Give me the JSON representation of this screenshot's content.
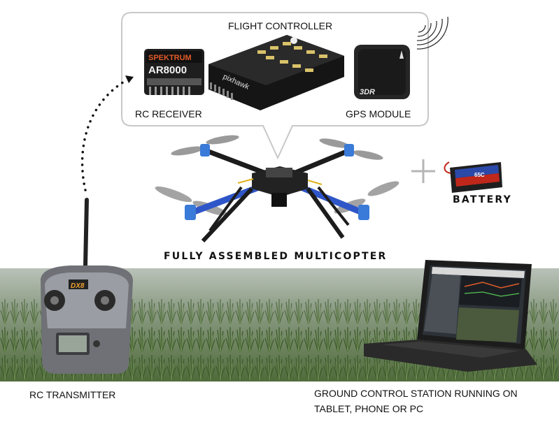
{
  "labels": {
    "flight_controller": "FLIGHT CONTROLLER",
    "rc_receiver": "RC RECEIVER",
    "gps_module": "GPS MODULE",
    "battery": "BATTERY",
    "multicopter": "FULLY ASSEMBLED MULTICOPTER",
    "rc_transmitter": "RC TRANSMITTER",
    "gcs_line1": "GROUND CONTROL STATION RUNNING ON",
    "gcs_line2": "TABLET, PHONE OR PC"
  },
  "device_markings": {
    "receiver_brand": "SPEKTRUM",
    "receiver_model": "AR8000",
    "controller_brand": "pixhawk",
    "gps_brand": "3DR",
    "transmitter_model": "DX8",
    "battery_rating": "65C"
  },
  "colors": {
    "frame_blue": "#2f56c8",
    "frame_black": "#1c1c1c",
    "motor_blue": "#3a7ad8",
    "field_green": "#5c7a45",
    "callout_border": "#c8c8c8",
    "battery_red": "#c0271b",
    "battery_blue": "#2b49a8"
  }
}
